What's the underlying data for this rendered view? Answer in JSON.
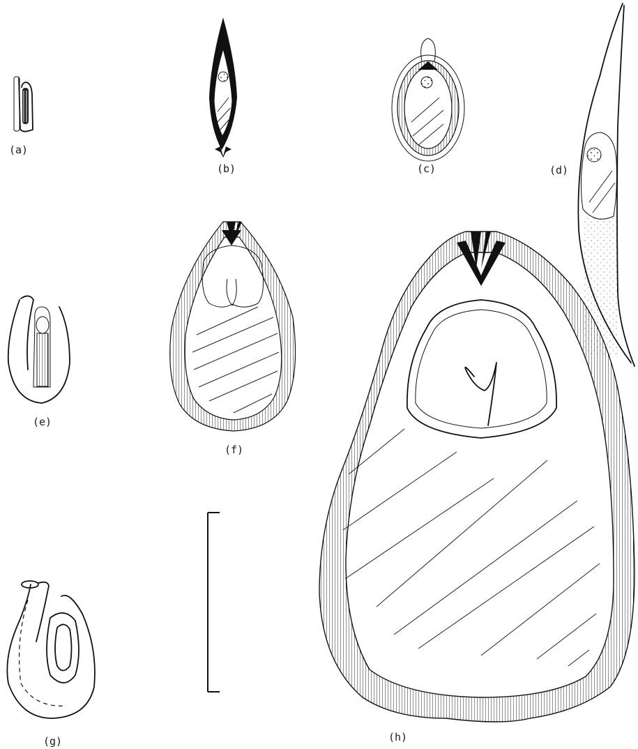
{
  "labels": {
    "a": "(a)",
    "b": "(b)",
    "c": "(c)",
    "d": "(d)",
    "e": "(e)",
    "f": "(f)",
    "g": "(g)",
    "h": "(h)"
  },
  "colors": {
    "ink": "#111111",
    "background": "#ffffff"
  }
}
